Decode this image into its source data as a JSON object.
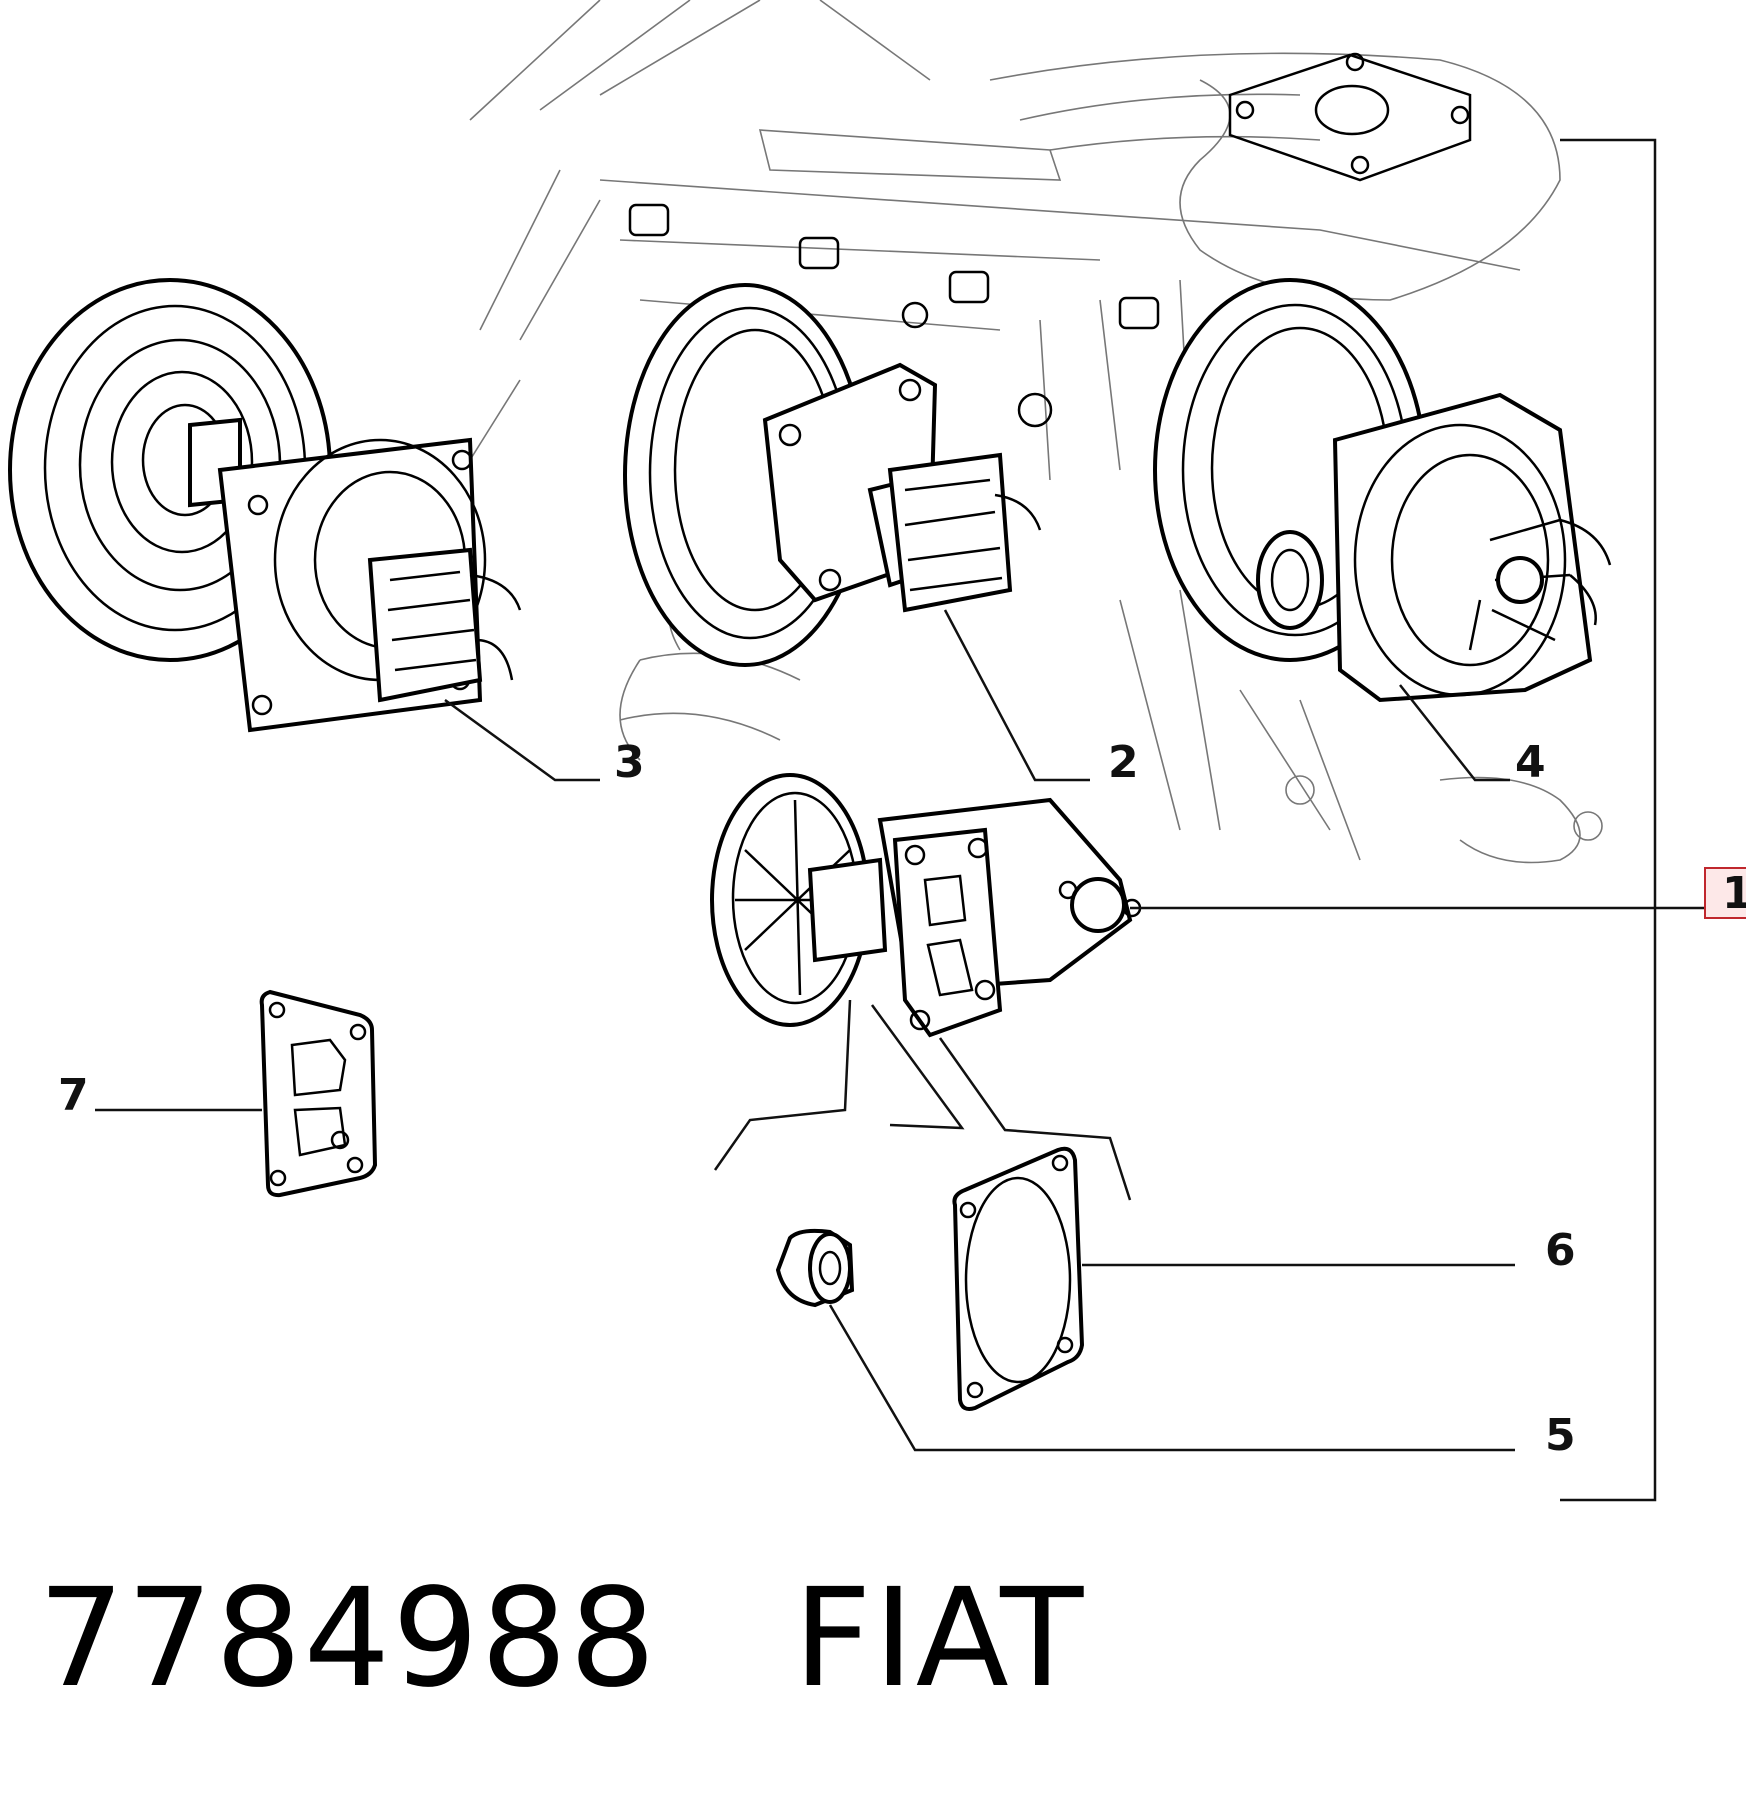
{
  "callouts": {
    "c1": "1",
    "c2": "2",
    "c3": "3",
    "c4": "4",
    "c5": "5",
    "c6": "6",
    "c7": "7"
  },
  "footer": {
    "part_number": "7784988",
    "brand": "FIAT"
  }
}
